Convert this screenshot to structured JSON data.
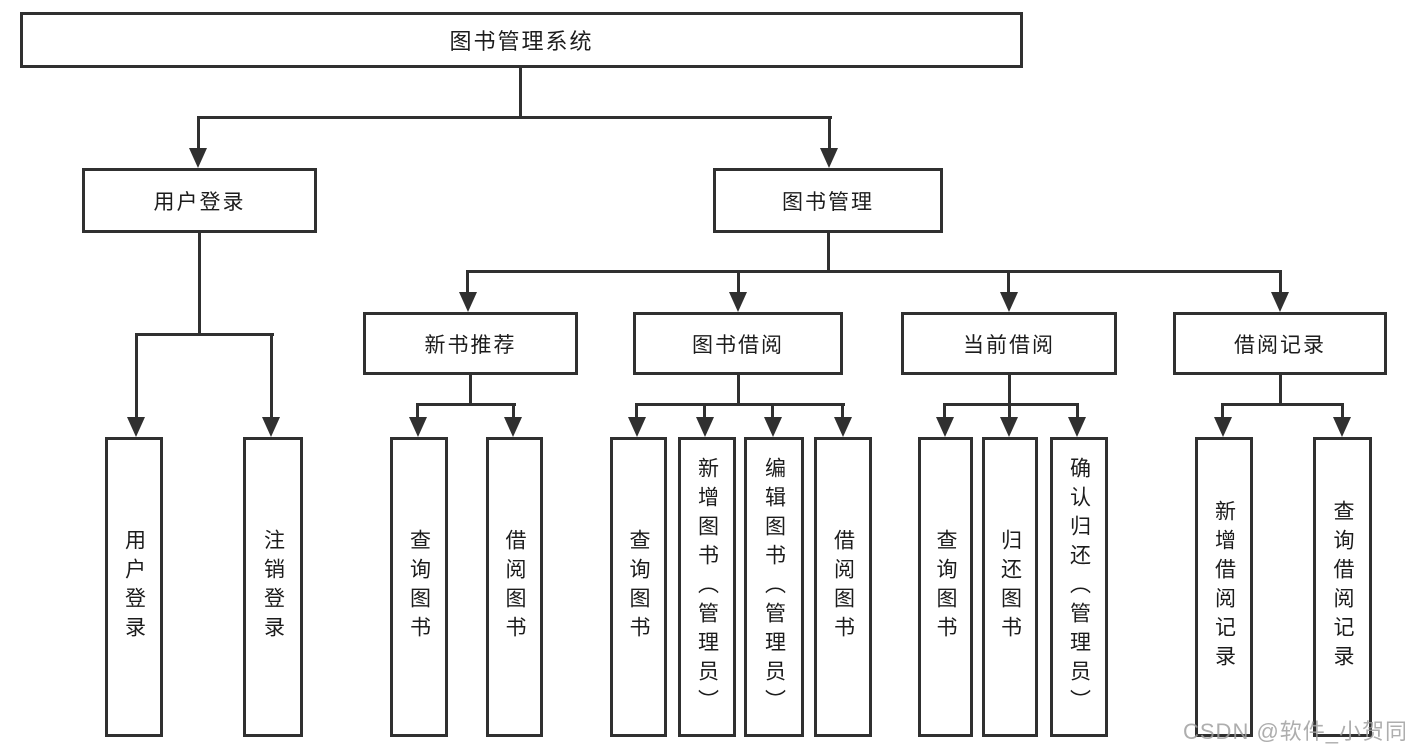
{
  "nodes": {
    "root": "图书管理系统",
    "user_login": "用户登录",
    "book_mgmt": "图书管理",
    "new_book_rec": "新书推荐",
    "book_borrow": "图书借阅",
    "current_borrow": "当前借阅",
    "borrow_records": "借阅记录",
    "leaf_user_login": "用户登录",
    "leaf_logout": "注销登录",
    "leaf_query_book_rec": "查询图书",
    "leaf_borrow_book_rec": "借阅图书",
    "leaf_query_book_borrow": "查询图书",
    "leaf_add_book_admin": "新增图书（管理员）",
    "leaf_edit_book_admin": "编辑图书（管理员）",
    "leaf_borrow_book_borrow": "借阅图书",
    "leaf_query_book_current": "查询图书",
    "leaf_return_book": "归还图书",
    "leaf_confirm_return_admin": "确认归还（管理员）",
    "leaf_add_borrow_record": "新增借阅记录",
    "leaf_query_borrow_record": "查询借阅记录"
  },
  "watermark": "CSDN @软件_小贺同学",
  "colors": {
    "line": "#303030",
    "text": "#1c1c1c",
    "watermark": "#a0a0a0",
    "background": "#ffffff"
  }
}
